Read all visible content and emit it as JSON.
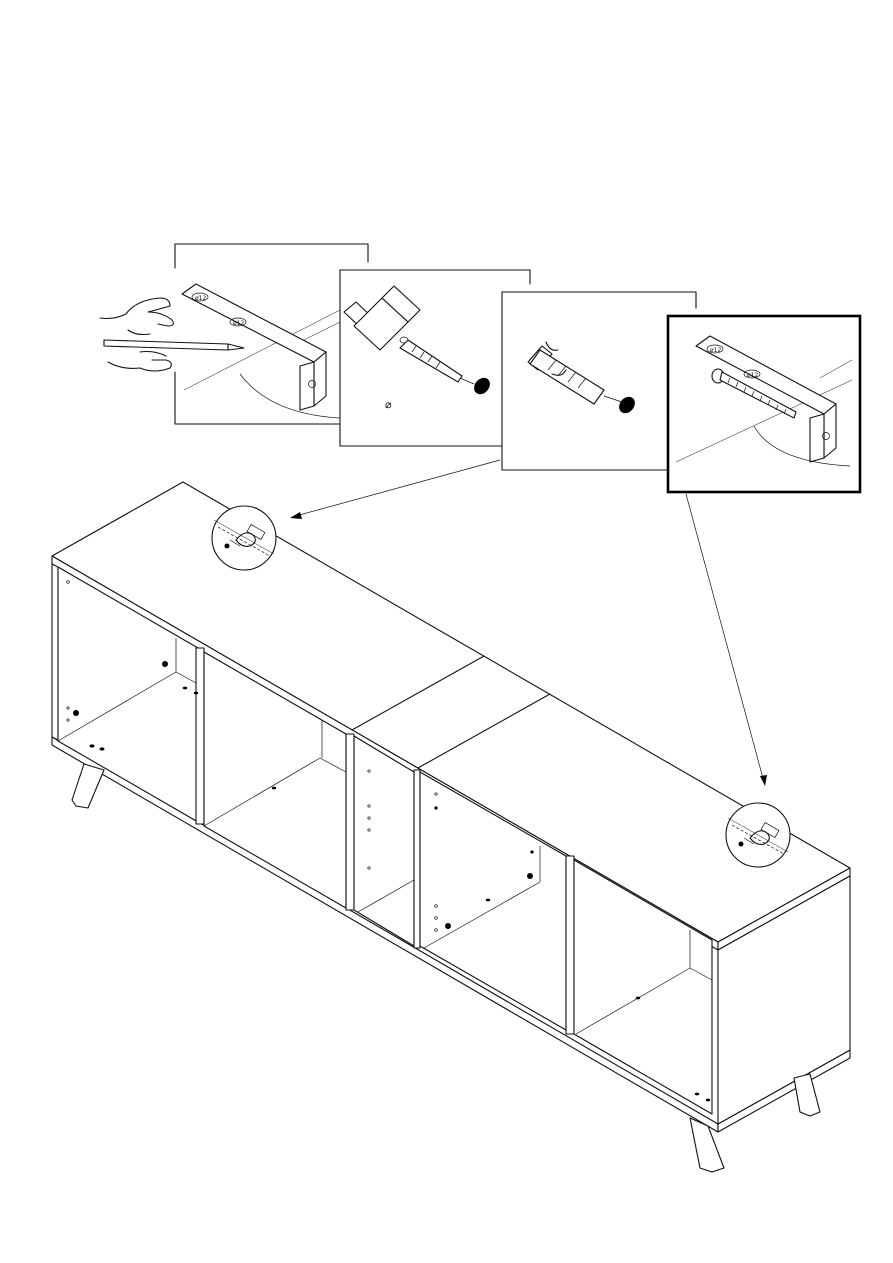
{
  "figure": {
    "step_panels": [
      "mark-hole",
      "drill-hole",
      "insert-dowel",
      "fix-bracket"
    ],
    "symbols": {
      "diameter": "⌀"
    },
    "icons": [
      "pencil-icon",
      "hand-icon",
      "drill-bit-icon",
      "wall-plug-icon",
      "screw-icon",
      "wall-bracket-icon",
      "cable-tie-icon"
    ]
  }
}
